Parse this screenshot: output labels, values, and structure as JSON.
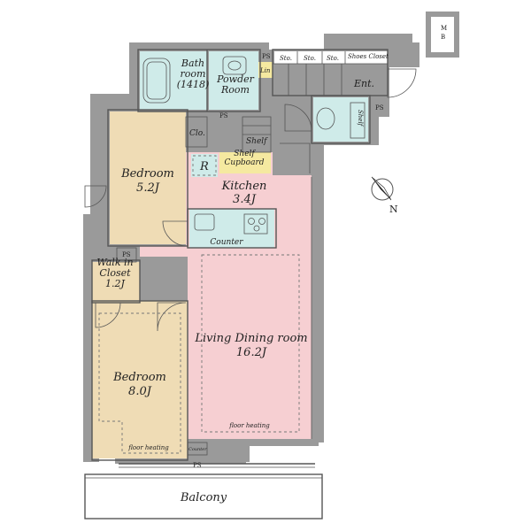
{
  "colors": {
    "bedroom": "#efdcb5",
    "kitchen_living": "#f6cfd2",
    "wet_area": "#cfebe9",
    "entrance": "#ffffff",
    "wall": "#9a9a9a",
    "cupboard": "#f5e9a0"
  },
  "rooms": {
    "bathroom": "Bath\nroom\n(1418)",
    "powder_room": "Powder\nRoom",
    "linen": "Lin",
    "storage_1": "Sto.",
    "storage_2": "Sto.",
    "storage_3": "Sto.",
    "shoes_closet": "Shoes Closet",
    "entrance": "Ent.",
    "bedroom_1_name": "Bedroom",
    "bedroom_1_size": "5.2J",
    "closet": "Clo.",
    "shelf_1": "Shelf",
    "shelf_cupboard": "Shelf\nCupboard",
    "refrigerator": "R",
    "kitchen_name": "Kitchen",
    "kitchen_size": "3.4J",
    "counter": "Counter",
    "walk_in_closet": "Walk in\nCloset\n1.2J",
    "living_name": "Living Dining room",
    "living_size": "16.2J",
    "bedroom_2_name": "Bedroom",
    "bedroom_2_size": "8.0J",
    "floor_heating_1": "floor heating",
    "floor_heating_2": "floor heating",
    "counter_small": "Counter",
    "balcony": "Balcony",
    "mb_1": "M",
    "mb_2": "B",
    "shelf_toilet": "Shelf"
  },
  "ps_labels": [
    "PS",
    "PS",
    "PS",
    "PS",
    "PS"
  ],
  "compass": {
    "label": "N"
  }
}
